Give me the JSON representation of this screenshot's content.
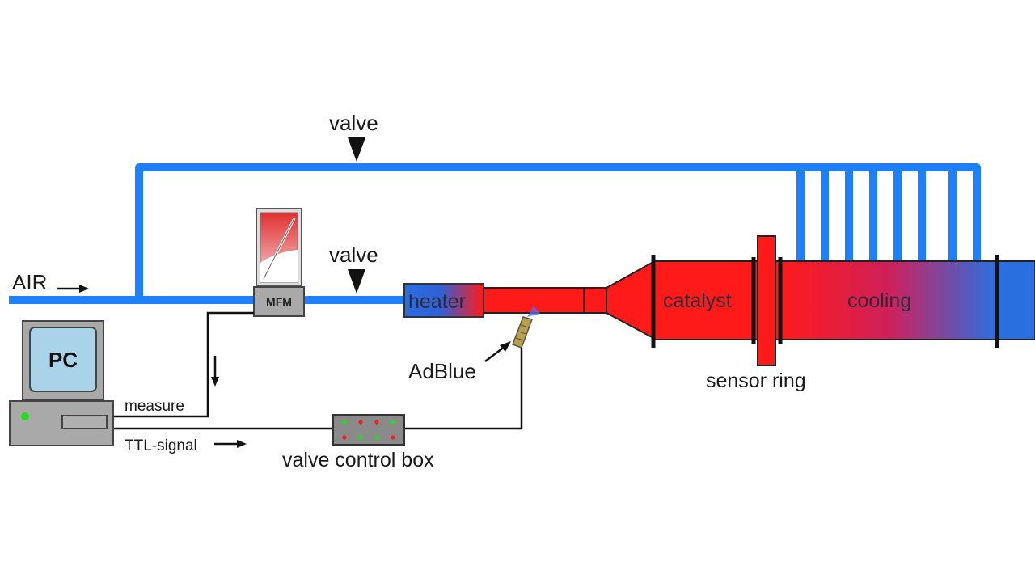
{
  "labels": {
    "air": "AIR",
    "valve_top": "valve",
    "valve_main": "valve",
    "mfm": "MFM",
    "heater": "heater",
    "catalyst": "catalyst",
    "cooling": "cooling",
    "sensor_ring": "sensor ring",
    "adblue": "AdBlue",
    "pc": "PC",
    "measure": "measure",
    "ttl_signal": "TTL-signal",
    "valve_control_box": "valve control box"
  },
  "colors": {
    "air_pipe": "#1e7fff",
    "hot": "#ff1a1a",
    "cool": "#2a6fe0",
    "wire": "#111111",
    "pc_body": "#a8a8a8",
    "pc_screen": "#a9d3e8",
    "control_box": "#8a8a8a",
    "led_green": "#22dd22",
    "led_red": "#ee2222"
  }
}
